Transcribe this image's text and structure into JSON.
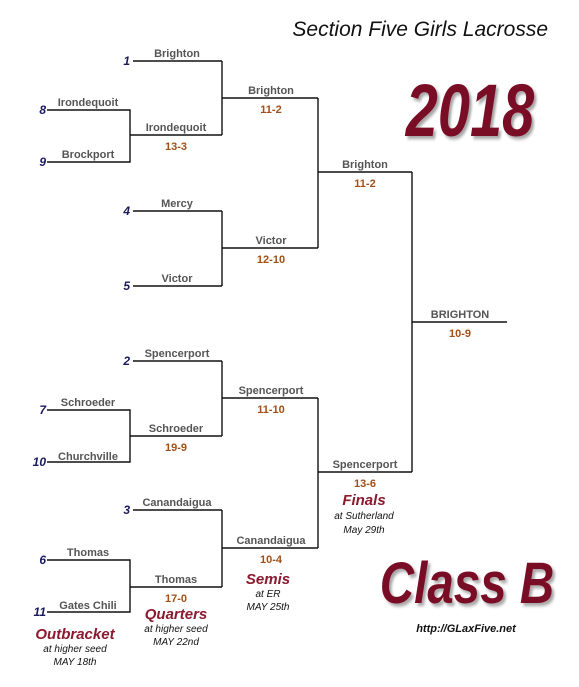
{
  "title": "Section Five Girls Lacrosse",
  "year": "2018",
  "class_label": "Class B",
  "url": "http://GLaxFive.net",
  "rounds": {
    "outbracket": {
      "name": "Outbracket",
      "line1": "at higher seed",
      "line2": "MAY 18th"
    },
    "quarters": {
      "name": "Quarters",
      "line1": "at higher seed",
      "line2": "MAY 22nd"
    },
    "semis": {
      "name": "Semis",
      "line1": "at ER",
      "line2": "MAY 25th"
    },
    "finals": {
      "name": "Finals",
      "line1": "at Sutherland",
      "line2": "May 29th"
    }
  },
  "seeds": {
    "s1": "1",
    "s8": "8",
    "s9": "9",
    "s4": "4",
    "s5": "5",
    "s2": "2",
    "s7": "7",
    "s10": "10",
    "s3": "3",
    "s6": "6",
    "s11": "11"
  },
  "outbracket_games": [
    {
      "top": "Irondequoit",
      "bottom": "Brockport",
      "winner": "Irondequoit",
      "score": "13-3"
    },
    {
      "top": "Schroeder",
      "bottom": "Churchville",
      "winner": "Schroeder",
      "score": "19-9"
    },
    {
      "top": "Thomas",
      "bottom": "Gates Chili",
      "winner": "Thomas",
      "score": "17-0"
    }
  ],
  "quarterfinal_teams": {
    "q1_top": "Brighton",
    "q2_top": "Mercy",
    "q2_bottom": "Victor",
    "q3_top": "Spencerport",
    "q4_top": "Canandaigua"
  },
  "quarterfinal_results": [
    {
      "winner": "Brighton",
      "score": "11-2"
    },
    {
      "winner": "Victor",
      "score": "12-10"
    },
    {
      "winner": "Spencerport",
      "score": "11-10"
    },
    {
      "winner": "Canandaigua",
      "score": "10-4"
    }
  ],
  "semifinal_results": [
    {
      "winner": "Brighton",
      "score": "11-2"
    },
    {
      "winner": "Spencerport",
      "score": "13-6"
    }
  ],
  "champion": {
    "name": "BRIGHTON",
    "score": "10-9"
  },
  "colors": {
    "maroon": "#8b1a2e",
    "score": "#a05018",
    "seed": "#1a1a5e",
    "team": "#555555"
  }
}
